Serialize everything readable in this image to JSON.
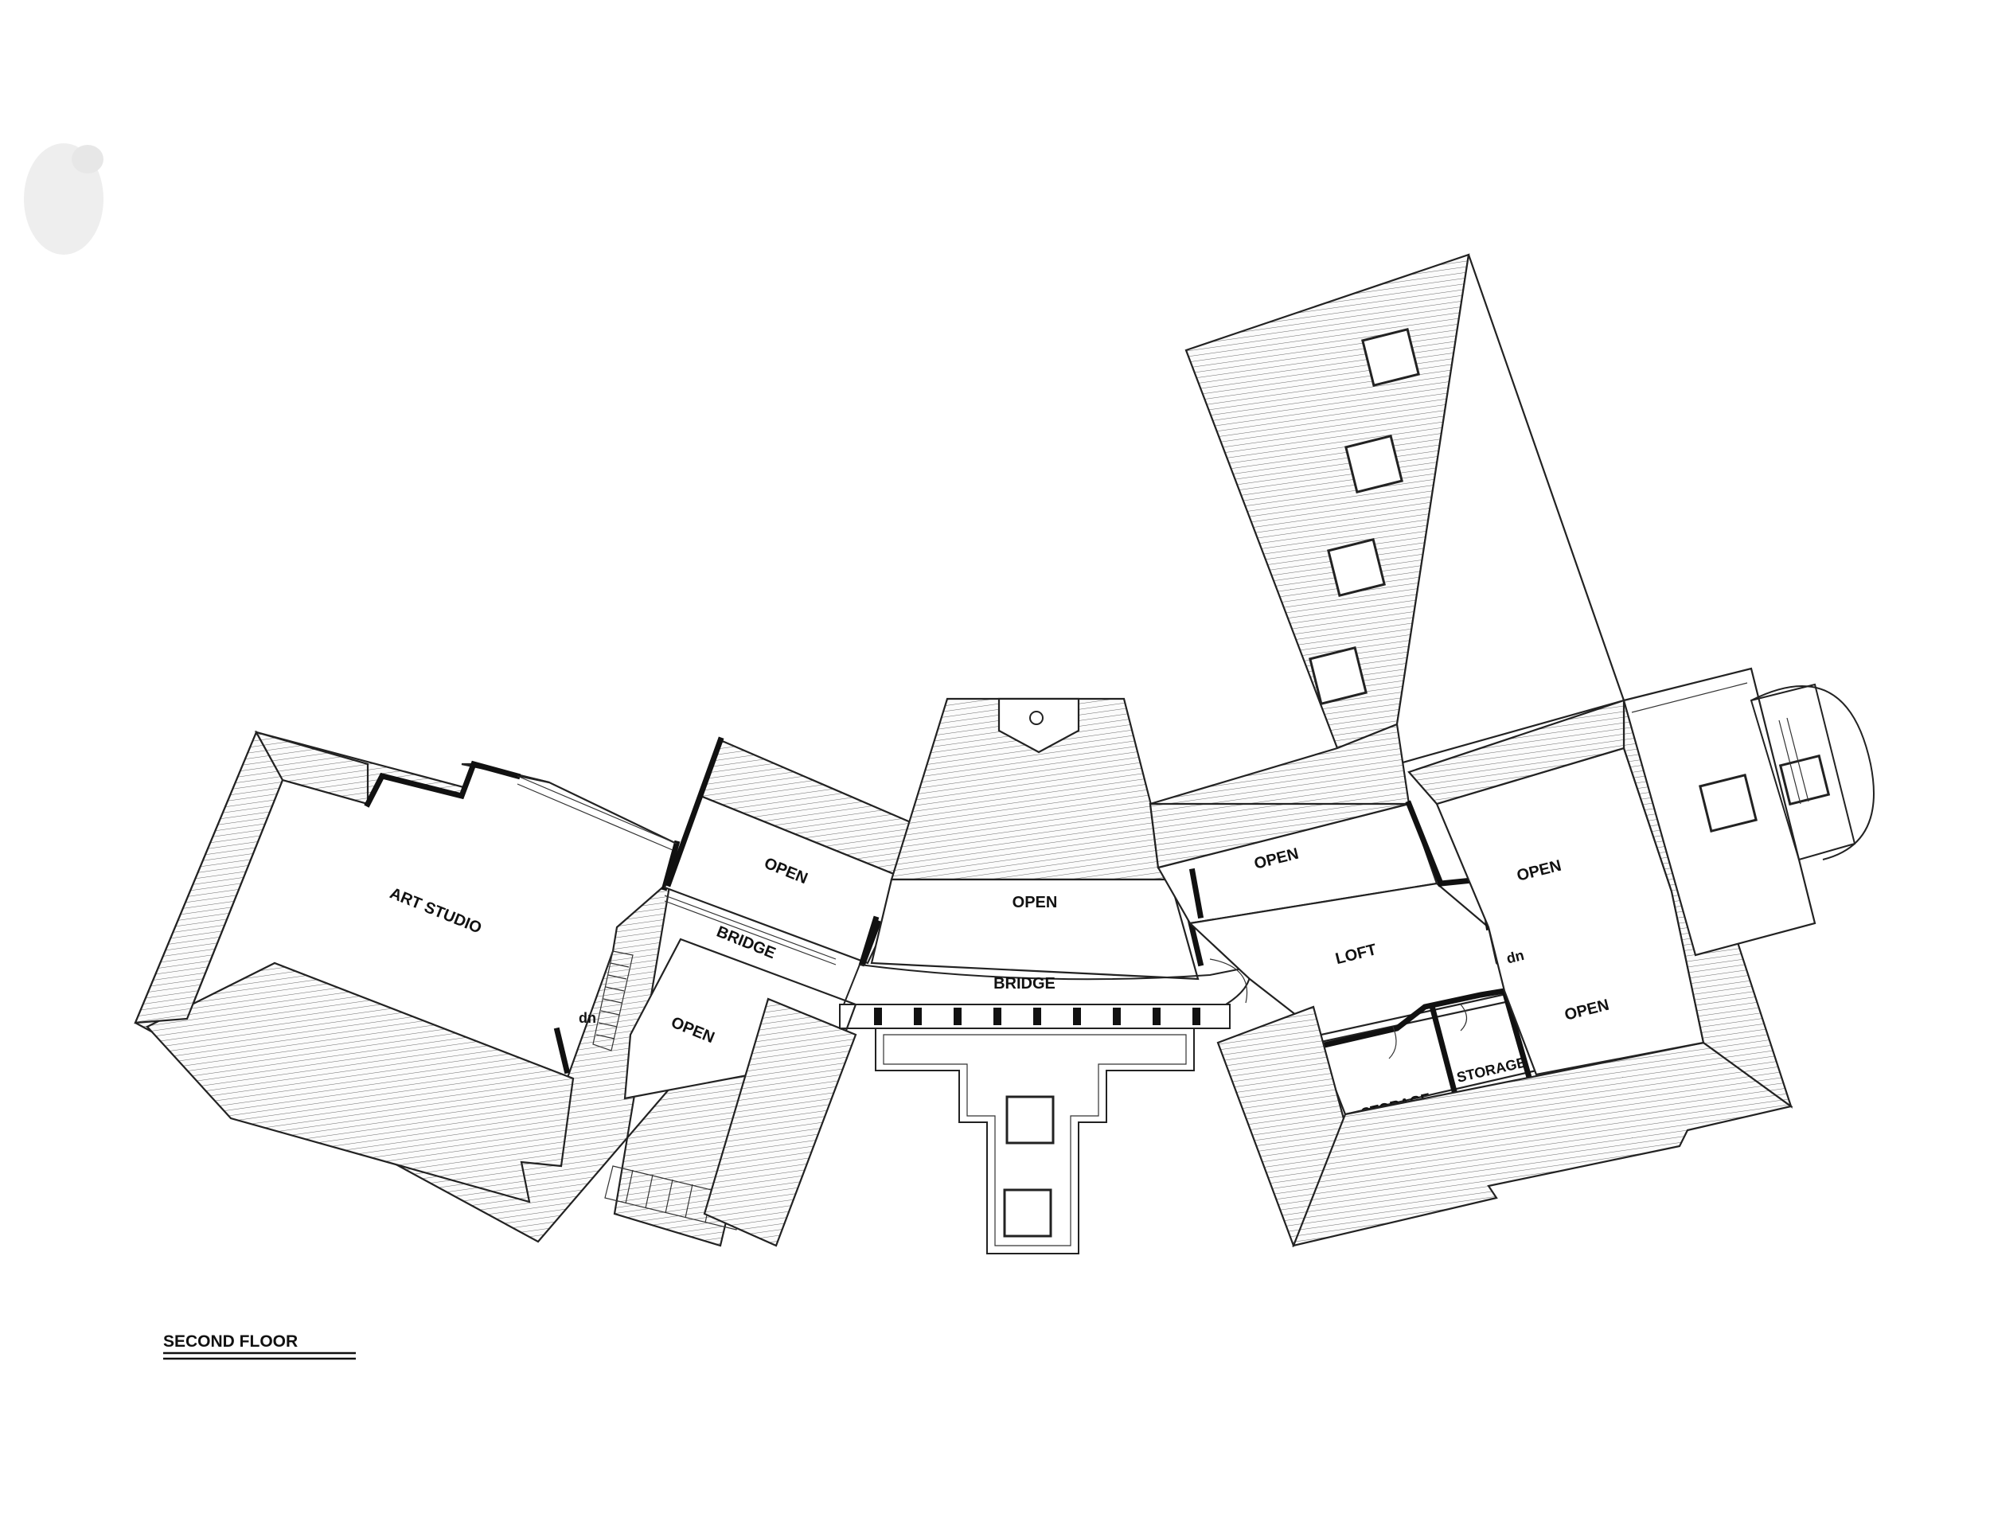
{
  "drawing": {
    "title": "SECOND FLOOR",
    "colors": {
      "ink": "#111111",
      "paper": "#ffffff",
      "roof_hatch": "#555555"
    }
  },
  "rooms": {
    "art_studio": "ART STUDIO",
    "bridge_left": "BRIDGE",
    "bridge_center": "BRIDGE",
    "open_left_upper": "OPEN",
    "open_left_lower": "OPEN",
    "open_center": "OPEN",
    "open_right_upper": "OPEN",
    "open_east_upper": "OPEN",
    "open_east_lower": "OPEN",
    "loft": "LOFT",
    "storage_1": "STORAGE",
    "storage_2": "STORAGE",
    "dn_left": "dn",
    "dn_right": "dn"
  }
}
